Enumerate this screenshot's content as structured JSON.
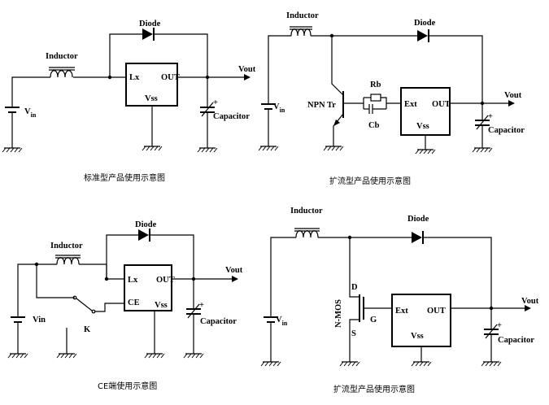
{
  "circuit1": {
    "inductor": "Inductor",
    "diode": "Diode",
    "lx": "Lx",
    "out": "OUT",
    "vss": "Vss",
    "vout": "Vout",
    "vin_v": "V",
    "vin_sub": "in",
    "capacitor": "Capacitor",
    "caption": "标准型产品使用示意图"
  },
  "circuit2": {
    "inductor": "Inductor",
    "diode": "Diode",
    "npn": "NPN Tr",
    "rb": "Rb",
    "cb": "Cb",
    "ext": "Ext",
    "out": "OUT",
    "vss": "Vss",
    "vout": "Vout",
    "vin_v": "V",
    "vin_sub": "in",
    "capacitor": "Capacitor",
    "caption": "扩流型产品使用示意图"
  },
  "circuit3": {
    "inductor": "Inductor",
    "diode": "Diode",
    "lx": "Lx",
    "out": "OUT",
    "ce": "CE",
    "vss": "Vss",
    "vout": "Vout",
    "vin": "Vin",
    "k": "K",
    "capacitor": "Capacitor",
    "caption": "CE端使用示意图"
  },
  "circuit4": {
    "inductor": "Inductor",
    "diode": "Diode",
    "d": "D",
    "s": "S",
    "g": "G",
    "nmos": "N-MOS",
    "ext": "Ext",
    "out": "OUT",
    "vss": "Vss",
    "vout": "Vout",
    "vin_v": "V",
    "vin_sub": "in",
    "capacitor": "Capacitor",
    "caption": "扩流型产品使用示意图"
  }
}
